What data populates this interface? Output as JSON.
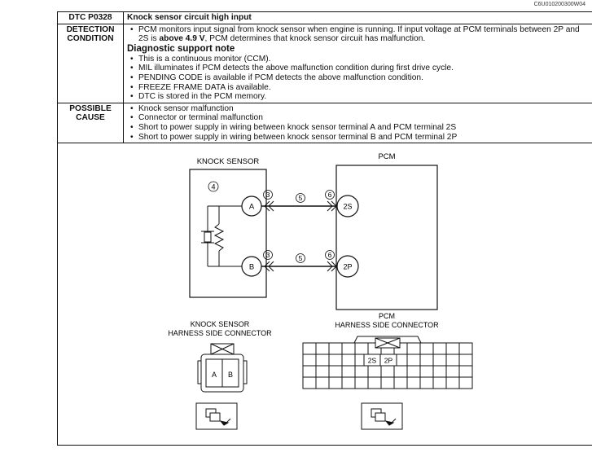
{
  "doc_code": "C6U010200300W04",
  "dtc": {
    "code": "DTC P0328",
    "title": "Knock sensor circuit high input"
  },
  "detection": {
    "label_line1": "DETECTION",
    "label_line2": "CONDITION",
    "bullet1_part1": "PCM monitors input signal from knock sensor when engine is running. If input voltage at PCM terminals between 2P and 2S is ",
    "bullet1_bold": "above 4.9 V",
    "bullet1_part2": ", PCM determines that knock sensor circuit has malfunction.",
    "support_title": "Diagnostic support note",
    "notes": [
      "This is a continuous monitor (CCM).",
      "MIL illuminates if PCM detects the above malfunction condition during first drive cycle.",
      "PENDING CODE is available if PCM detects the above malfunction condition.",
      "FREEZE FRAME DATA is available.",
      "DTC is stored in the PCM memory."
    ]
  },
  "cause": {
    "label_line1": "POSSIBLE",
    "label_line2": "CAUSE",
    "items": [
      "Knock sensor malfunction",
      "Connector or terminal malfunction",
      "Short to power supply in wiring between knock sensor terminal A and PCM terminal 2S",
      "Short to power supply in wiring between knock sensor terminal B and PCM terminal 2P"
    ]
  },
  "diagram": {
    "knock_sensor_label": "KNOCK SENSOR",
    "pcm_label": "PCM",
    "callout_4": "4",
    "callout_3": "3",
    "callout_5": "5",
    "callout_6": "6",
    "terminal_a": "A",
    "terminal_b": "B",
    "terminal_2s": "2S",
    "terminal_2p": "2P",
    "ks_connector_line1": "KNOCK SENSOR",
    "ks_connector_line2": "HARNESS SIDE CONNECTOR",
    "pcm_connector_line1": "PCM",
    "pcm_connector_line2": "HARNESS SIDE CONNECTOR",
    "conn_a": "A",
    "conn_b": "B",
    "conn_2s": "2S",
    "conn_2p": "2P"
  }
}
